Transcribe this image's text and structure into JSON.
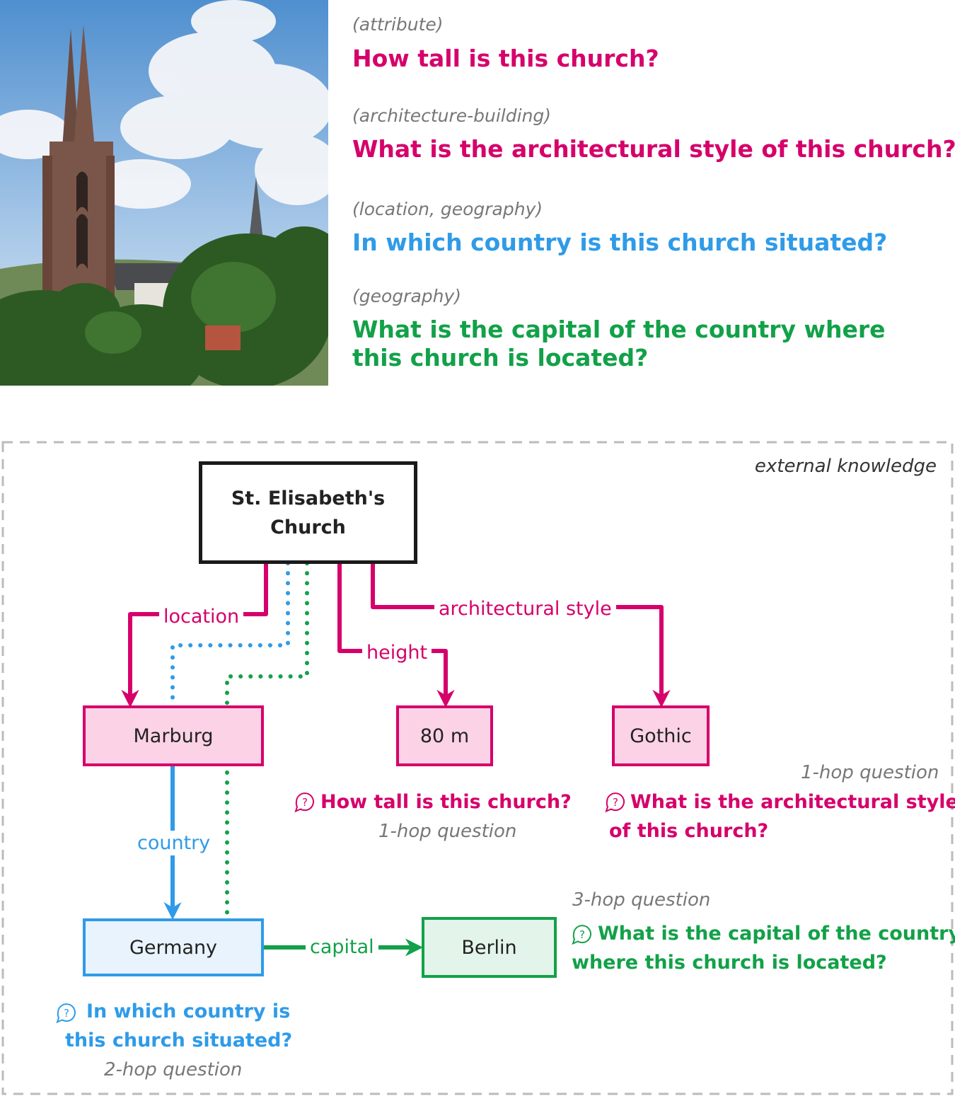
{
  "questions": [
    {
      "category": "(attribute)",
      "text": "How tall is this church?",
      "color": "#d6006b"
    },
    {
      "category": "(architecture-building)",
      "text": "What is the architectural style of this church?",
      "color": "#d6006b"
    },
    {
      "category": "(location, geography)",
      "text": "In which country is this church situated?",
      "color": "#2f9be8"
    },
    {
      "category": "(geography)",
      "text_line1": "What is the capital of the country where",
      "text_line2": "this church is located?",
      "color": "#12a148"
    }
  ],
  "diagram": {
    "frame_label": "external knowledge",
    "nodes": {
      "church": {
        "line1": "St. Elisabeth's",
        "line2": "Church"
      },
      "marburg": "Marburg",
      "height_value": "80 m",
      "gothic": "Gothic",
      "germany": "Germany",
      "berlin": "Berlin"
    },
    "edges": {
      "location": "location",
      "height": "height",
      "architectural_style": "architectural style",
      "country": "country",
      "capital": "capital"
    },
    "annotations": {
      "height_q": {
        "text": "How tall is this church?",
        "hop": "1-hop question"
      },
      "style_q": {
        "line1": "What is the architectural style",
        "line2": "of this church?",
        "hop": "1-hop question"
      },
      "country_q": {
        "line1": "In which country is",
        "line2": "this church situated?",
        "hop": "2-hop question"
      },
      "capital_q": {
        "line1": "What is the capital of the country",
        "line2": "where this church is located?",
        "hop": "3-hop question"
      }
    }
  },
  "colors": {
    "pink": "#d6006b",
    "pink_fill": "#fcd3e6",
    "blue": "#2f9be8",
    "blue_fill": "#e8f3fd",
    "green": "#12a148",
    "green_fill": "#e3f4ea",
    "frame": "#bbbbbb"
  }
}
